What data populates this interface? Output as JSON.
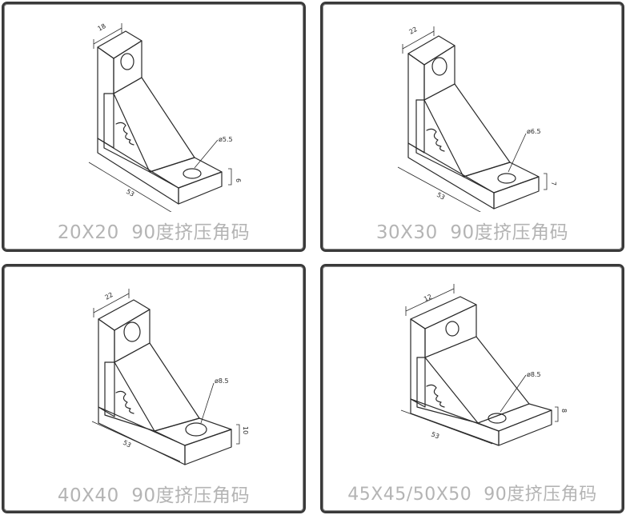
{
  "panels": [
    {
      "caption": "20X20  90度挤压角码",
      "dimensions": {
        "top": "18",
        "hole": "ø5.5",
        "base": "53",
        "side": "6"
      }
    },
    {
      "caption": "30X30  90度挤压角码",
      "dimensions": {
        "top": "22",
        "hole": "ø6.5",
        "base": "53",
        "side": "7"
      }
    },
    {
      "caption": "40X40  90度挤压角码",
      "dimensions": {
        "top": "22",
        "hole": "ø8.5",
        "base": "53",
        "side": "10"
      }
    },
    {
      "caption": "45X45/50X50  90度挤压角码",
      "dimensions": {
        "top": "12",
        "hole": "ø8.5",
        "base": "53",
        "side": "8"
      }
    }
  ]
}
